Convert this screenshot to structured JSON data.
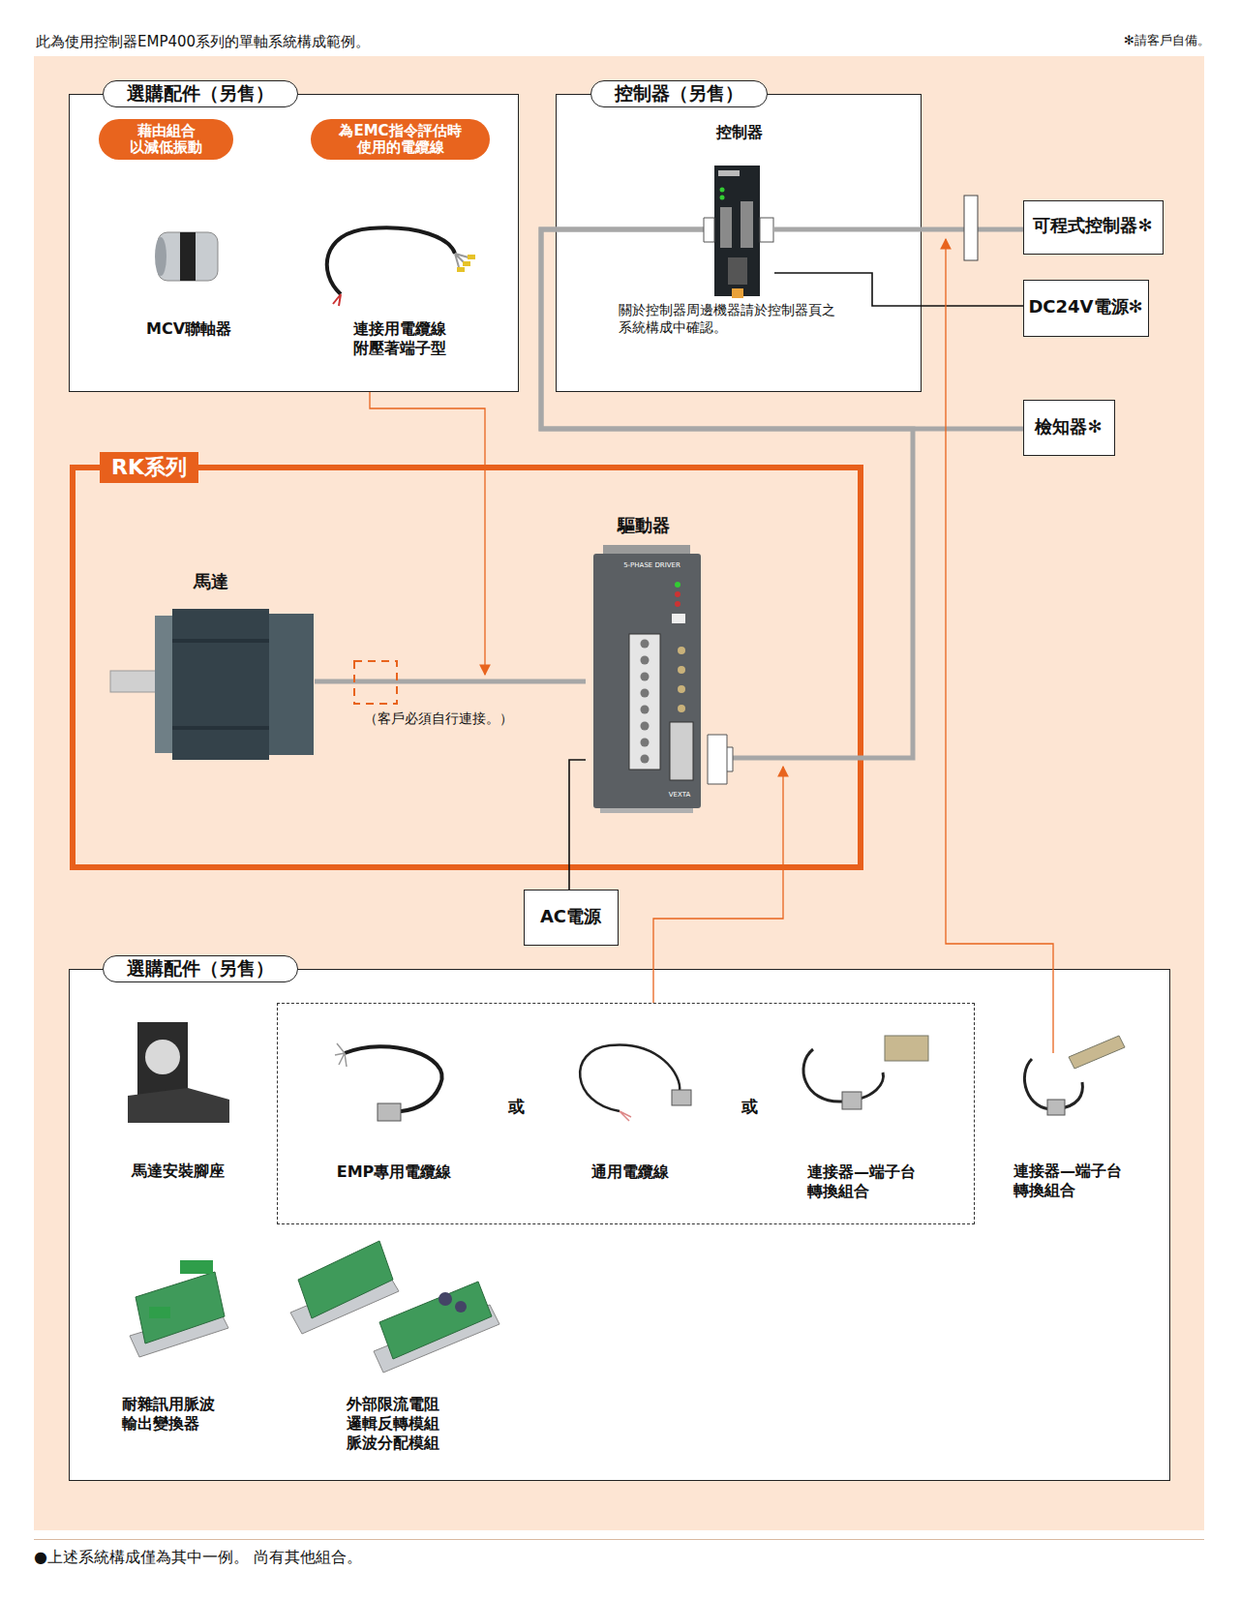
{
  "diagram": {
    "title": "此為使用控制器EMP400系列的單軸系統構成範例。",
    "caption": "●上述系統構成僅為其中一例。 尚有其他組合。",
    "nodes": [
      {
        "text": [
          "選購配件（另售）"
        ]
      },
      {
        "text": [
          "藉由組合 以減低振動"
        ],
        "in": 0
      },
      {
        "text": [
          "為EMC指令評估時 使用的電纜線"
        ],
        "in": 0
      },
      {
        "text": [
          "控制器（另售）",
          "關於控制器周邊機器請於控制器頁之 系統構成中確認。"
        ]
      },
      {
        "text": [
          "控制器"
        ],
        "in": 3
      },
      {
        "text": [
          "可程式控制器✻"
        ]
      },
      {
        "text": [
          "DC24V電源✻"
        ]
      },
      {
        "text": [
          "檢知器✻"
        ]
      },
      {
        "text": [
          "RK系列"
        ]
      },
      {
        "text": [
          "馬達"
        ],
        "in": 8
      },
      {
        "text": [
          "驅動器"
        ],
        "in": 8
      },
      {
        "text": [
          "AC電源"
        ]
      },
      {
        "text": [
          "選購配件（另售）"
        ]
      },
      {
        "text": [
          "EMP專用電纜線",
          "或",
          "通用電纜線",
          "或",
          "連接器—端子台 轉換組合"
        ],
        "in": 12
      }
    ],
    "edges": [
      {
        "from": 4,
        "to": 5,
        "arrow": "none"
      },
      {
        "from": 4,
        "to": 6,
        "arrow": "none"
      },
      {
        "from": 4,
        "to": 10,
        "arrow": "none"
      },
      {
        "from": 7,
        "to": 4,
        "arrow": "none"
      },
      {
        "from": 9,
        "to": 10,
        "arrow": "none"
      },
      {
        "from": 11,
        "to": 10,
        "arrow": "none"
      }
    ],
    "labels": [
      "✻請客戶自備。",
      "MCV聯軸器",
      "連接用電纜線 附壓著端子型",
      "（客戶必須自行連接。）",
      "5-PHASE DRIVER",
      "VEXTA",
      "馬達安裝腳座",
      "連接器—端子台 轉換組合",
      "耐雜訊用脈波 輸出變換器",
      "外部限流電阻 邏輯反轉模組 脈波分配模組"
    ]
  }
}
